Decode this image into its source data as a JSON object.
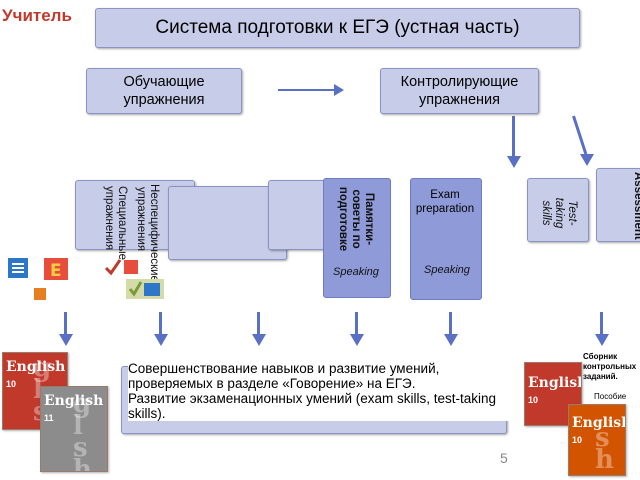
{
  "header": {
    "label": "Учитель"
  },
  "title": "Система подготовки к ЕГЭ (устная часть)",
  "left_box": "Обучающие упражнения",
  "right_box": "Контролирующие упражнения",
  "columns": {
    "special": "Специальные упражнения",
    "nonspecial": "Неспецифические упражнения",
    "memo": "Памятки-советы по подготовке",
    "exam_prep": "Exam preparation",
    "exam_speaking": "Speaking",
    "memo_speaking": "Speaking",
    "test_taking": "Test-taking skills",
    "assessment": "Assessment"
  },
  "description": "Совершенствование навыков и развитие умений, проверяемых в разделе «Говорение» на ЕГЭ.\nРазвитие экзаменационных умений (exam skills, test-taking skills).",
  "right_caption": {
    "title": "Сборник контрольных заданий.",
    "sub": "Пособие"
  },
  "books": [
    {
      "title": "English",
      "grade": "10"
    },
    {
      "title": "English",
      "grade": "11"
    },
    {
      "title": "English",
      "grade": "10"
    },
    {
      "title": "English",
      "grade": "10"
    }
  ],
  "page_number": "5",
  "colors": {
    "accent": "#c0392b",
    "box": "#c7cde9",
    "column": "#8f9bd8",
    "arrow": "#5a70c4"
  }
}
